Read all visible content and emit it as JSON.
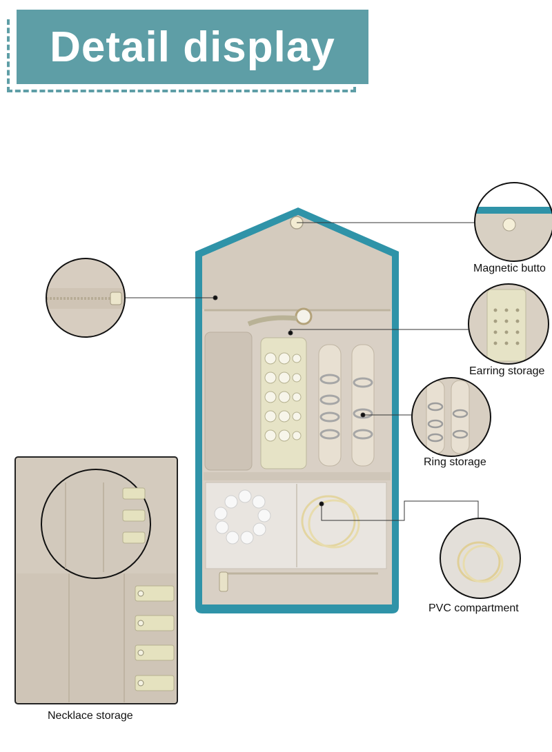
{
  "header": {
    "title": "Detail display"
  },
  "callouts": [
    {
      "label": "Magnetic butto"
    },
    {
      "label": "Earring storage"
    },
    {
      "label": "Ring storage"
    },
    {
      "label": "PVC compartment"
    },
    {
      "label": "Necklace storage"
    }
  ],
  "colors": {
    "banner": "#5e9ea6",
    "trim": "#2f93a8",
    "fabric": "#d8cfc4",
    "fabric_dark": "#c9bfb2",
    "accent_tabs": "#e5e2bf"
  }
}
